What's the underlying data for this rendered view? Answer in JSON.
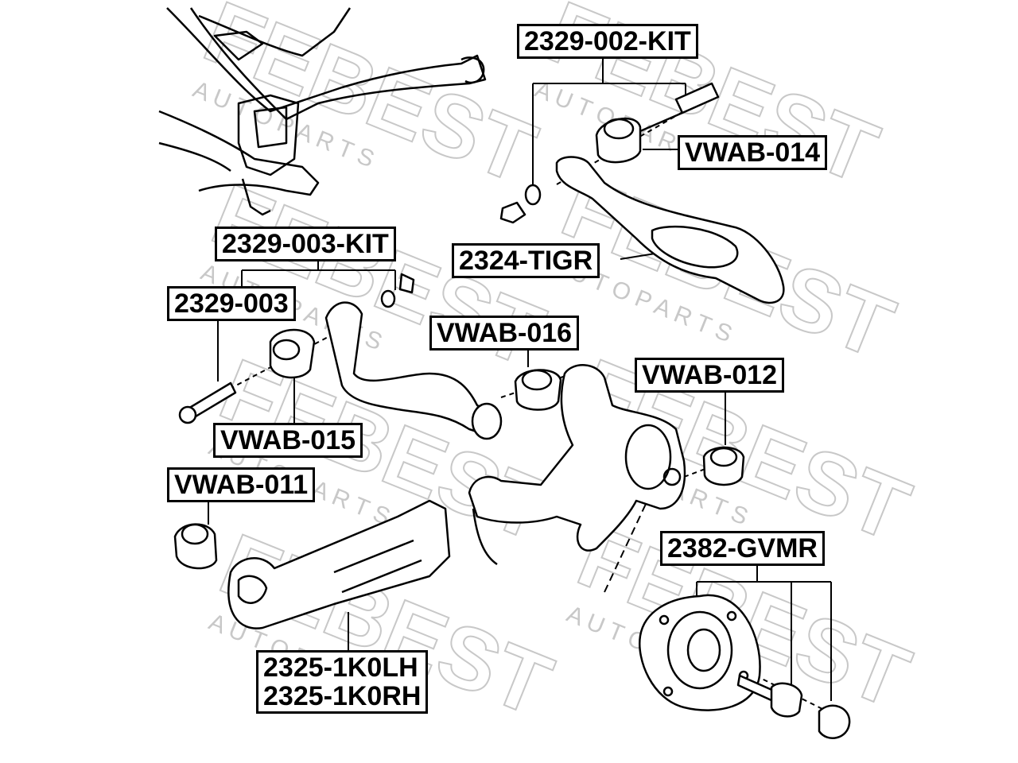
{
  "watermark": {
    "brand": "FEBEST",
    "sub": "A U T O   P A R T S"
  },
  "labels": {
    "kit_2329_002": "2329-002-KIT",
    "vwab_014": "VWAB-014",
    "tigr_2324": "2324-TIGR",
    "kit_2329_003": "2329-003-KIT",
    "p_2329_003": "2329-003",
    "vwab_016": "VWAB-016",
    "vwab_012": "VWAB-012",
    "vwab_015": "VWAB-015",
    "vwab_011": "VWAB-011",
    "gvmr_2382": "2382-GVMR",
    "lh_2325": "2325-1K0LH",
    "rh_2325": "2325-1K0RH"
  },
  "colors": {
    "line": "#000000",
    "watermark": "#c8c8c8",
    "background": "#ffffff"
  }
}
